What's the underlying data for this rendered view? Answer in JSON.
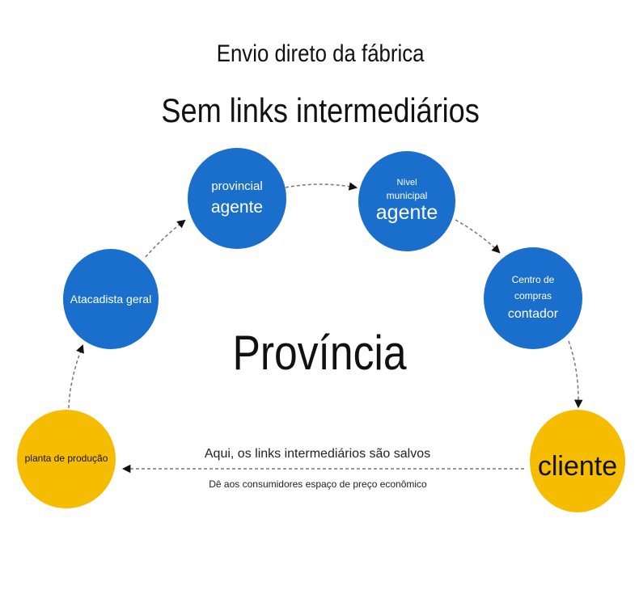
{
  "header": {
    "line1": "Envio direto da fábrica",
    "line2": "Sem links intermediários"
  },
  "center_label": "Província",
  "nodes": {
    "factory": "planta de produção",
    "wholesaler": "Atacadista geral",
    "provincial_top": "provincial",
    "provincial_bottom": "agente",
    "municipal_top": "Nível",
    "municipal_mid": "municipal",
    "municipal_bottom": "agente",
    "purchasing_top": "Centro de",
    "purchasing_mid": "compras",
    "purchasing_bottom": "contador",
    "customer": "cliente"
  },
  "notes": {
    "saved": "Aqui, os links intermediários são salvos",
    "price": "Dê aos consumidores espaço de preço econômico"
  },
  "colors": {
    "node_blue": "#1a6fcc",
    "node_yellow": "#f6bd00",
    "text": "#111111"
  }
}
